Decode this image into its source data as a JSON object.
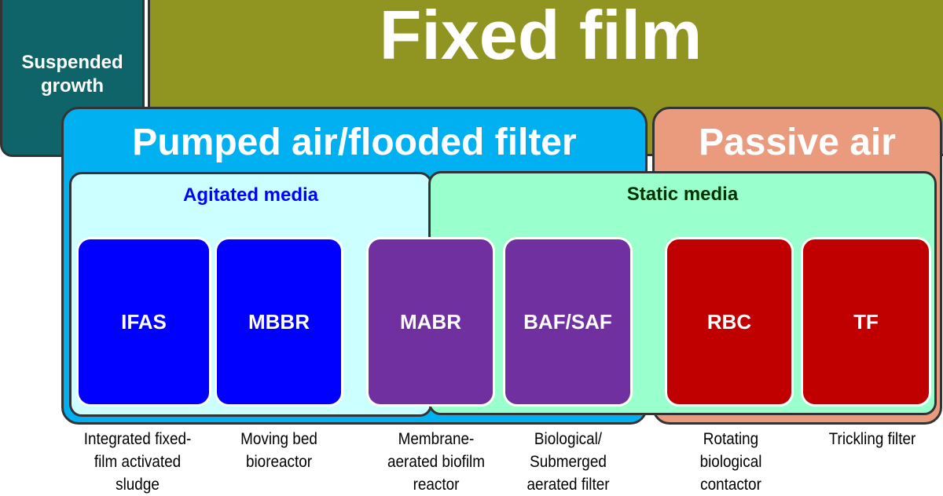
{
  "diagram": {
    "top_level": [
      {
        "label": "Suspended growth",
        "color": "#0e6468"
      },
      {
        "label": "Fixed film",
        "color": "#8f9520"
      }
    ],
    "aeration": [
      {
        "label": "Pumped air/flooded filter",
        "color": "#00b0f0"
      },
      {
        "label": "Passive air",
        "color": "#ea9a7d"
      }
    ],
    "media": [
      {
        "label": "Agitated media",
        "color": "#ccffff",
        "text_color": "#0000ff"
      },
      {
        "label": "Static media",
        "color": "#99ffcc",
        "text_color": "#003300"
      }
    ],
    "technologies": [
      {
        "abbr": "IFAS",
        "name": "Integrated fixed-film activated sludge",
        "color": "#0000ff"
      },
      {
        "abbr": "MBBR",
        "name": "Moving bed bioreactor",
        "color": "#0000ff"
      },
      {
        "abbr": "MABR",
        "name": "Membrane-aerated biofilm reactor",
        "color": "#7030a0"
      },
      {
        "abbr": "BAF/SAF",
        "name": "Biological/ Submerged aerated filter",
        "color": "#7030a0"
      },
      {
        "abbr": "RBC",
        "name": "Rotating biological contactor",
        "color": "#c00000"
      },
      {
        "abbr": "TF",
        "name": "Trickling filter",
        "color": "#c00000"
      }
    ]
  }
}
